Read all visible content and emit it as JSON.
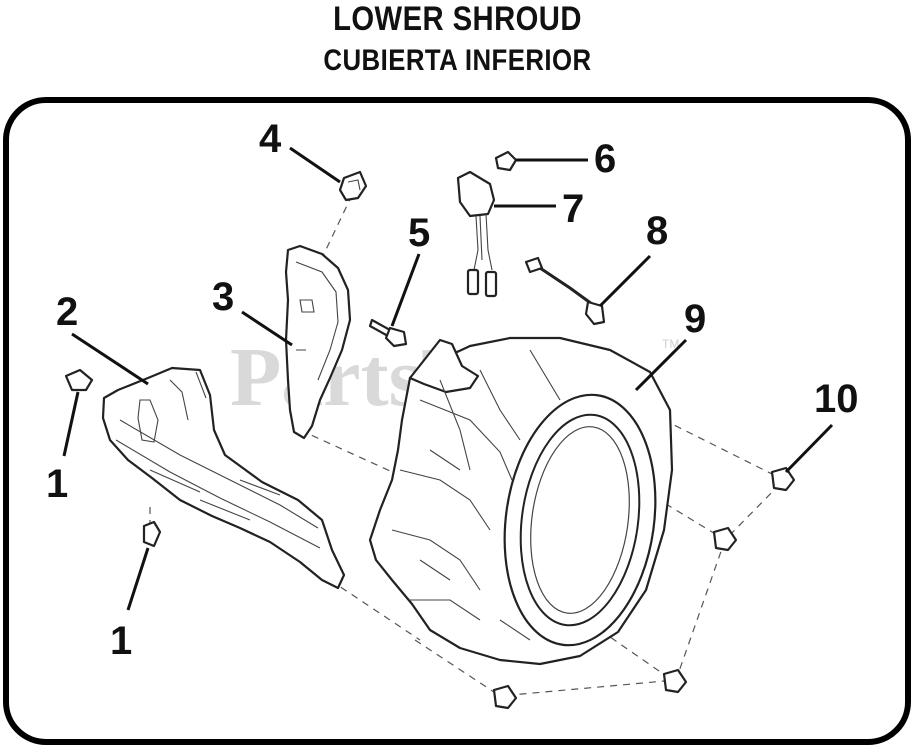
{
  "header": {
    "title": "LOWER SHROUD",
    "subtitle": "CUBIERTA INFERIOR"
  },
  "watermark": {
    "text": "PartsTree",
    "trademark": "TM"
  },
  "callouts": {
    "c1a": "1",
    "c1b": "1",
    "c2": "2",
    "c3": "3",
    "c4": "4",
    "c5": "5",
    "c6": "6",
    "c7": "7",
    "c8": "8",
    "c9": "9",
    "c10": "10"
  },
  "colors": {
    "line": "#222222",
    "frame": "#000000",
    "watermark": "#d9d9d9",
    "background": "#ffffff"
  }
}
